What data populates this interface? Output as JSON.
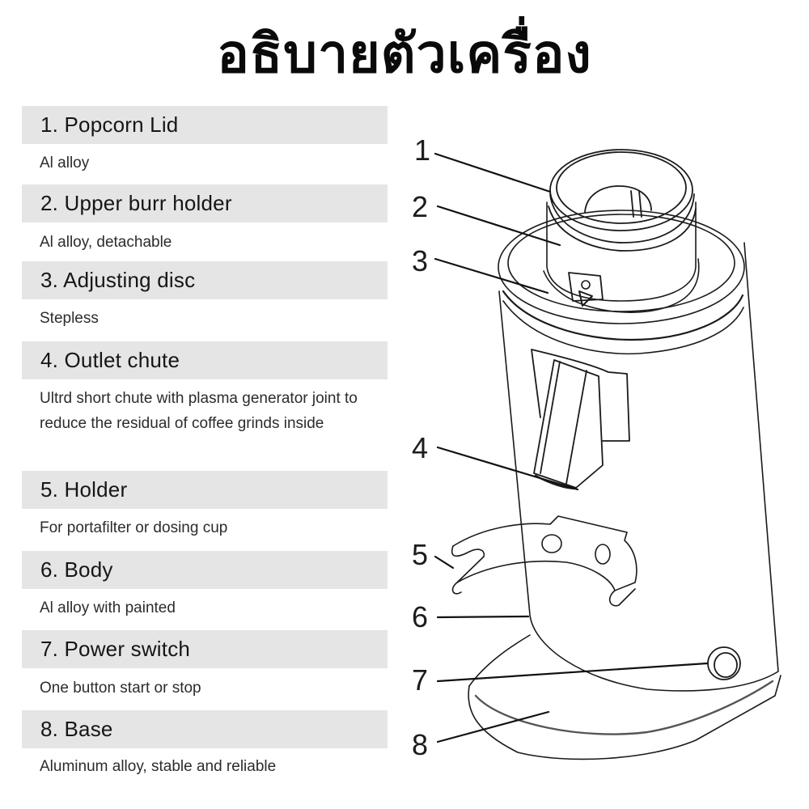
{
  "title": "อธิบายตัวเครื่อง",
  "parts": [
    {
      "number": "1",
      "heading": "1. Popcorn Lid",
      "description": "Al alloy"
    },
    {
      "number": "2",
      "heading": "2. Upper burr holder",
      "description": "Al alloy, detachable"
    },
    {
      "number": "3",
      "heading": "3. Adjusting disc",
      "description": "Stepless"
    },
    {
      "number": "4",
      "heading": "4. Outlet chute",
      "description": "Ultrd short chute with plasma generator joint to reduce the residual of coffee grinds inside"
    },
    {
      "number": "5",
      "heading": "5. Holder",
      "description": "For portafilter or dosing cup"
    },
    {
      "number": "6",
      "heading": "6. Body",
      "description": "Al alloy with painted"
    },
    {
      "number": "7",
      "heading": "7. Power switch",
      "description": "One button start or stop"
    },
    {
      "number": "8",
      "heading": "8. Base",
      "description": "Aluminum alloy, stable and reliable"
    }
  ],
  "colors": {
    "header_bar": "#e5e5e5",
    "text": "#1a1a1a",
    "line_art": "#1a1a1a",
    "background": "#ffffff"
  }
}
